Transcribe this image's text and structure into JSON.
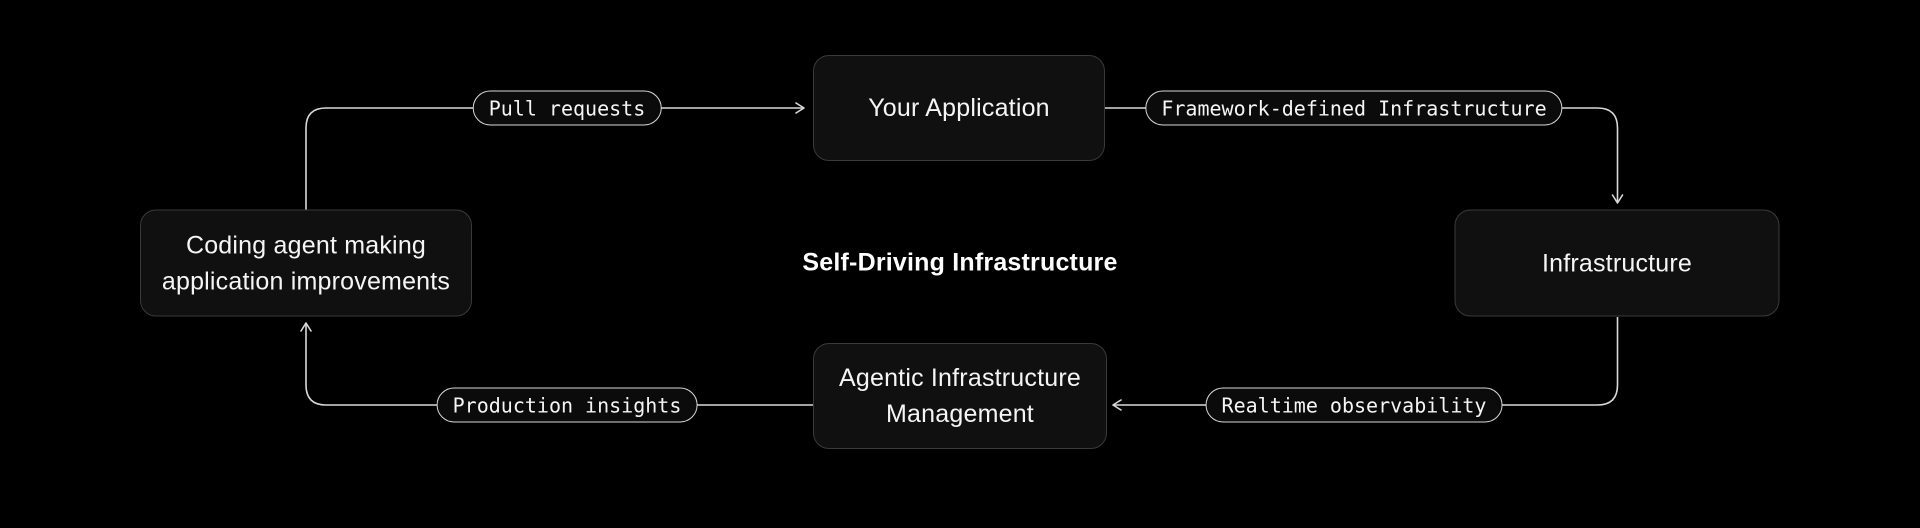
{
  "diagram": {
    "title": "Self-Driving Infrastructure",
    "nodes": {
      "your_application": "Your Application",
      "infrastructure": "Infrastructure",
      "agentic_management": "Agentic Infrastructure Management",
      "coding_agent": "Coding agent making application improvements"
    },
    "edge_labels": {
      "pull_requests": "Pull requests",
      "framework_defined": "Framework-defined Infrastructure",
      "realtime_observability": "Realtime observability",
      "production_insights": "Production insights"
    },
    "colors": {
      "background": "#000000",
      "node_fill": "#101010",
      "node_border": "#3a3a3a",
      "pill_fill": "#0b0b0b",
      "pill_border": "#d9d9d9",
      "connector": "#d9d9d9",
      "text": "#f5f5f5"
    }
  }
}
